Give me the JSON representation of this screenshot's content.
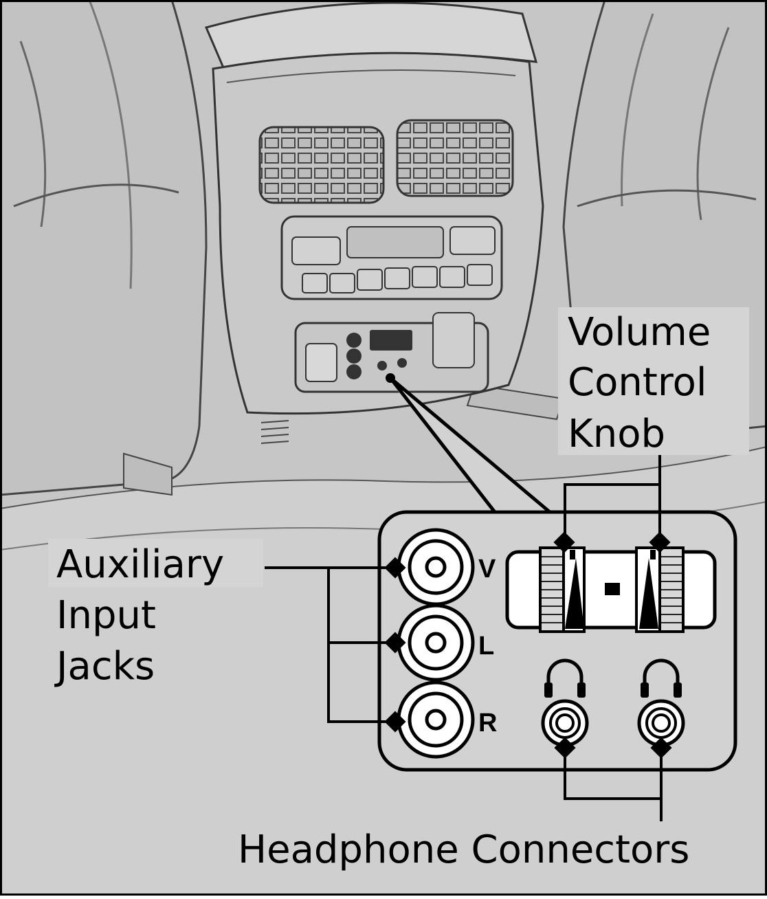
{
  "labels": {
    "volume_control": [
      "Volume",
      "Control",
      "Knob"
    ],
    "auxiliary_input": [
      "Auxiliary",
      "Input",
      "Jacks"
    ],
    "headphone_connectors": "Headphone Connectors"
  },
  "jacks": [
    {
      "letter": "V"
    },
    {
      "letter": "L"
    },
    {
      "letter": "R"
    }
  ],
  "colors": {
    "background": "#c8c8c8",
    "panel": "#d0d0d0",
    "label_bg": "#d6d6d6",
    "line": "#000000"
  }
}
